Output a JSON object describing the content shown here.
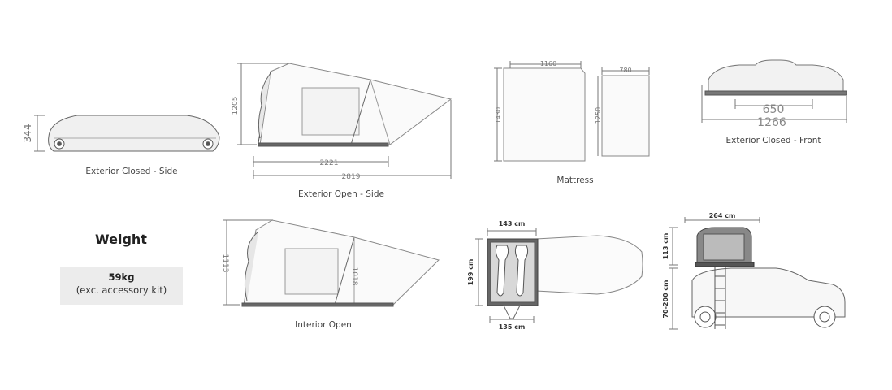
{
  "captions": {
    "ext_closed_side": "Exterior Closed - Side",
    "ext_open_side": "Exterior Open - Side",
    "mattress": "Mattress",
    "ext_closed_front": "Exterior Closed - Front",
    "interior_open": "Interior Open"
  },
  "weight": {
    "title": "Weight",
    "value": "59kg",
    "note": "(exc. accessory kit)"
  },
  "dims": {
    "closed_height": "344",
    "open_height": "1205",
    "open_inner_length": "2221",
    "open_total_length": "2819",
    "mattress_width": "1160",
    "mattress_length": "1430",
    "pillow_width": "780",
    "pillow_length": "1250",
    "front_inner_width": "650",
    "front_width": "1266",
    "interior_height": "1113",
    "interior_inner_height": "1018",
    "top_width": "143 cm",
    "top_length": "199 cm",
    "bottom_width": "135 cm",
    "vehicle_width": "264 cm",
    "vehicle_tent_height": "113 cm",
    "vehicle_ground_height": "70-200 cm"
  }
}
